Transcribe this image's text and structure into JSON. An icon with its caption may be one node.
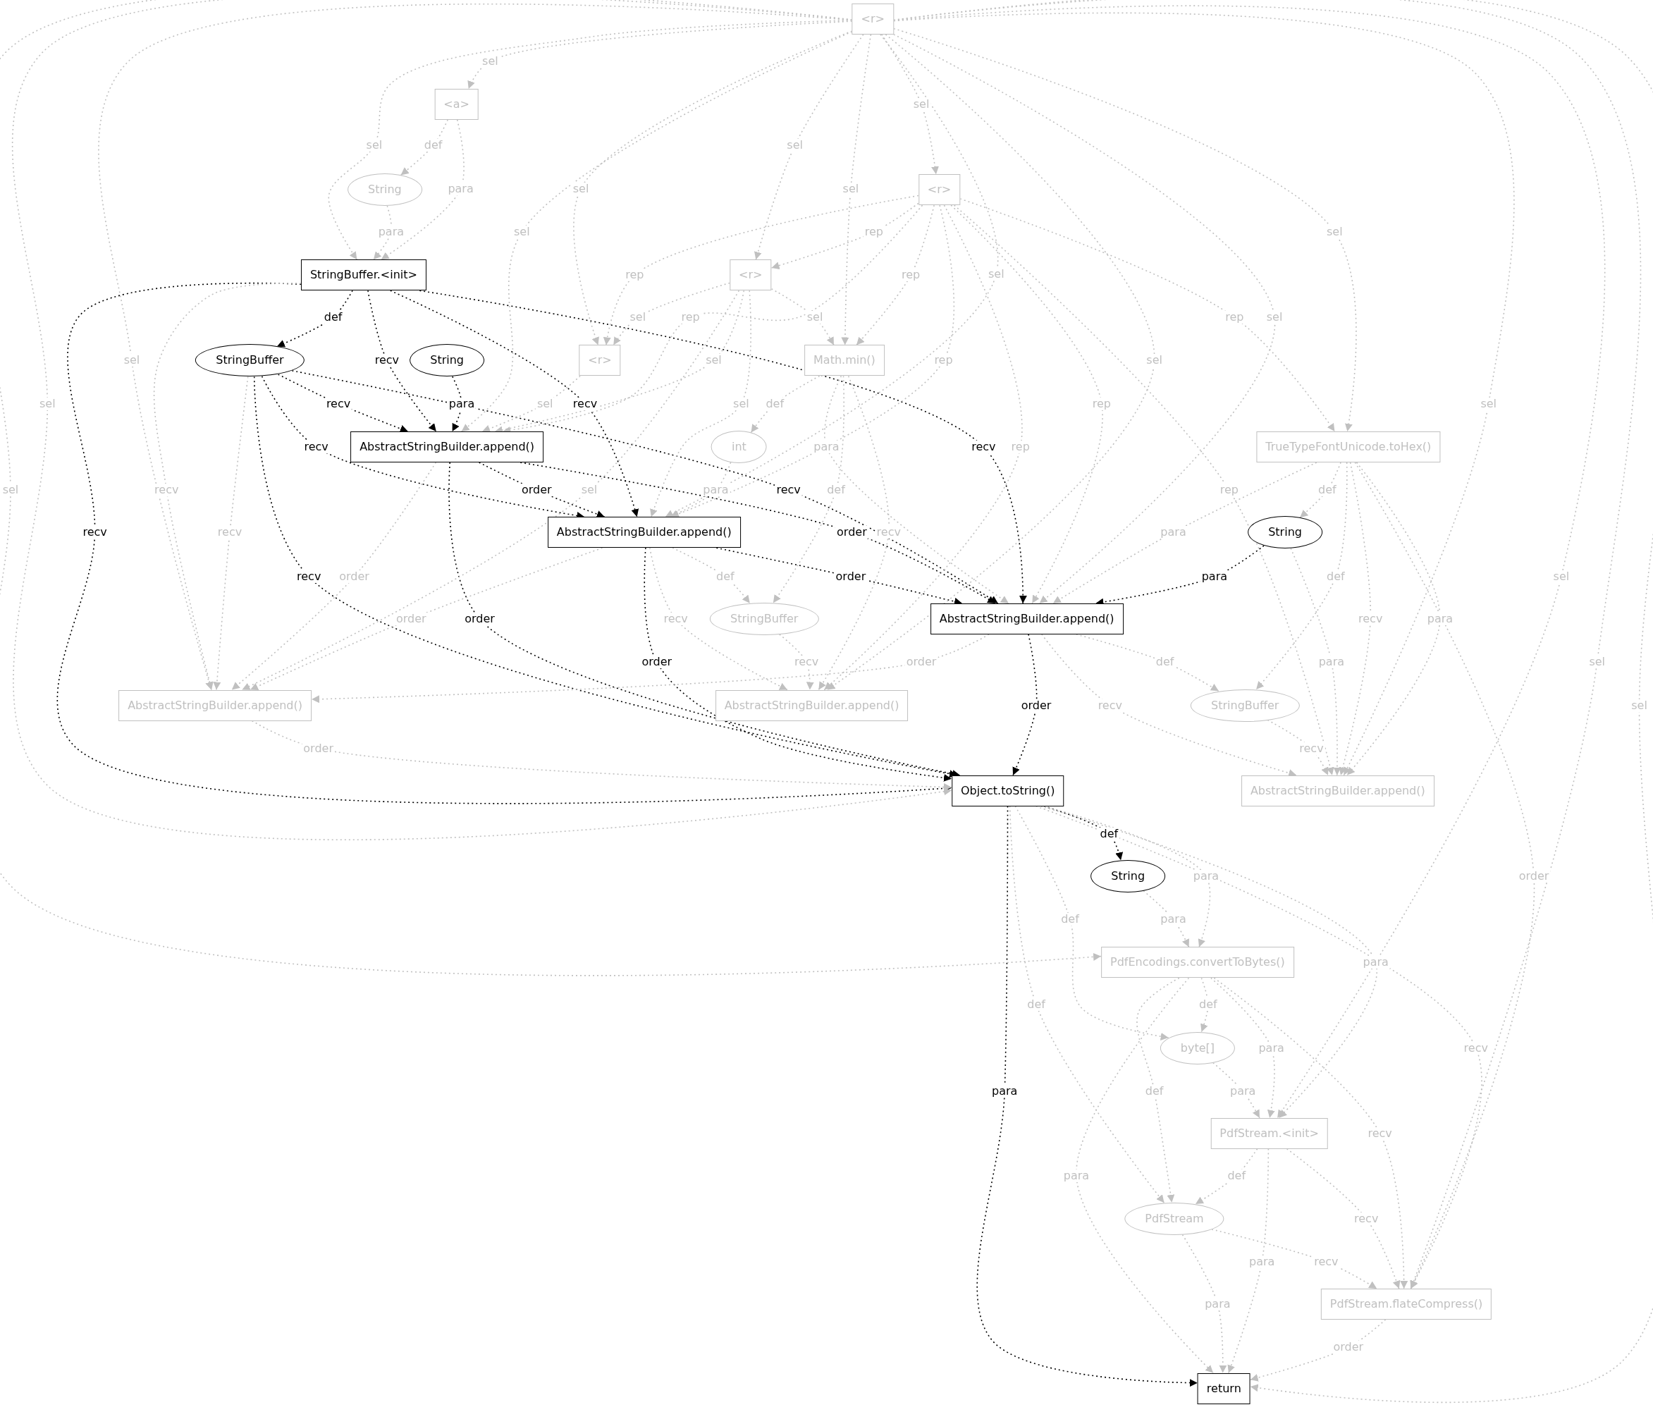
{
  "diagram": {
    "nodes": [
      {
        "text": [
          "<r>"
        ]
      },
      {
        "text": [
          "<a>"
        ]
      },
      {
        "text": [
          "<r>"
        ]
      },
      {
        "text": [
          "String"
        ]
      },
      {
        "text": [
          "StringBuffer.<init>"
        ]
      },
      {
        "text": [
          "<r>"
        ]
      },
      {
        "text": [
          "StringBuffer"
        ]
      },
      {
        "text": [
          "String"
        ]
      },
      {
        "text": [
          "<r>"
        ]
      },
      {
        "text": [
          "Math.min()"
        ]
      },
      {
        "text": [
          "AbstractStringBuilder.append()"
        ]
      },
      {
        "text": [
          "int"
        ]
      },
      {
        "text": [
          "TrueTypeFontUnicode.toHex()"
        ]
      },
      {
        "text": [
          "AbstractStringBuilder.append()"
        ]
      },
      {
        "text": [
          "String"
        ]
      },
      {
        "text": [
          "StringBuffer"
        ]
      },
      {
        "text": [
          "AbstractStringBuilder.append()"
        ]
      },
      {
        "text": [
          "AbstractStringBuilder.append()"
        ]
      },
      {
        "text": [
          "AbstractStringBuilder.append()"
        ]
      },
      {
        "text": [
          "StringBuffer"
        ]
      },
      {
        "text": [
          "Object.toString()"
        ]
      },
      {
        "text": [
          "AbstractStringBuilder.append()"
        ]
      },
      {
        "text": [
          "String"
        ]
      },
      {
        "text": [
          "PdfEncodings.convertToBytes()"
        ]
      },
      {
        "text": [
          "byte[]"
        ]
      },
      {
        "text": [
          "PdfStream.<init>"
        ]
      },
      {
        "text": [
          "PdfStream"
        ]
      },
      {
        "text": [
          "PdfStream.flateCompress()"
        ]
      },
      {
        "text": [
          "return"
        ]
      }
    ],
    "edges": [
      {
        "from": 4,
        "to": 6,
        "arrow": "to",
        "label": "def",
        "color": "#000000"
      },
      {
        "from": 4,
        "to": 10,
        "arrow": "to",
        "label": "recv",
        "color": "#000000"
      },
      {
        "from": 4,
        "to": 13,
        "arrow": "to",
        "label": "recv",
        "color": "#000000"
      },
      {
        "from": 4,
        "to": 16,
        "arrow": "to",
        "label": "recv",
        "color": "#000000"
      },
      {
        "from": 4,
        "to": 20,
        "arrow": "to",
        "label": "recv",
        "color": "#000000"
      },
      {
        "from": 6,
        "to": 10,
        "arrow": "to",
        "label": "recv",
        "color": "#000000"
      },
      {
        "from": 6,
        "to": 13,
        "arrow": "to",
        "label": "recv",
        "color": "#000000"
      },
      {
        "from": 6,
        "to": 16,
        "arrow": "to",
        "label": "recv",
        "color": "#000000"
      },
      {
        "from": 6,
        "to": 20,
        "arrow": "to",
        "label": "recv",
        "color": "#000000"
      },
      {
        "from": 7,
        "to": 10,
        "arrow": "to",
        "label": "para",
        "color": "#000000"
      },
      {
        "from": 10,
        "to": 13,
        "arrow": "to",
        "label": "order",
        "color": "#000000"
      },
      {
        "from": 10,
        "to": 16,
        "arrow": "to",
        "label": "order",
        "color": "#000000"
      },
      {
        "from": 10,
        "to": 20,
        "arrow": "to",
        "label": "order",
        "color": "#000000"
      },
      {
        "from": 13,
        "to": 16,
        "arrow": "to",
        "label": "order",
        "color": "#000000"
      },
      {
        "from": 13,
        "to": 20,
        "arrow": "to",
        "label": "order",
        "color": "#000000"
      },
      {
        "from": 14,
        "to": 16,
        "arrow": "to",
        "label": "para",
        "color": "#000000"
      },
      {
        "from": 16,
        "to": 20,
        "arrow": "to",
        "label": "order",
        "color": "#000000"
      },
      {
        "from": 20,
        "to": 22,
        "arrow": "to",
        "label": "def",
        "color": "#000000"
      },
      {
        "from": 20,
        "to": 28,
        "arrow": "to",
        "label": "para",
        "color": "#000000"
      },
      {
        "from": 0,
        "to": 1,
        "arrow": "to",
        "label": "sel"
      },
      {
        "from": 0,
        "to": 4,
        "arrow": "to",
        "label": "sel"
      },
      {
        "from": 0,
        "to": 5,
        "arrow": "to",
        "label": "sel"
      },
      {
        "from": 0,
        "to": 2,
        "arrow": "to",
        "label": "sel"
      },
      {
        "from": 0,
        "to": 9,
        "arrow": "to",
        "label": "sel"
      },
      {
        "from": 0,
        "to": 8,
        "arrow": "to",
        "label": "sel"
      },
      {
        "from": 0,
        "to": 10,
        "arrow": "to",
        "label": "sel"
      },
      {
        "from": 0,
        "to": 13,
        "arrow": "to",
        "label": "sel"
      },
      {
        "from": 0,
        "to": 16,
        "arrow": "to",
        "label": "sel"
      },
      {
        "from": 0,
        "to": 12,
        "arrow": "to",
        "label": "sel"
      },
      {
        "from": 0,
        "to": 17,
        "arrow": "to",
        "label": "sel"
      },
      {
        "from": 0,
        "to": 18,
        "arrow": "to",
        "label": "sel"
      },
      {
        "from": 0,
        "to": 21,
        "arrow": "to",
        "label": "sel"
      },
      {
        "from": 0,
        "to": 20,
        "arrow": "to",
        "label": "sel"
      },
      {
        "from": 0,
        "to": 23,
        "arrow": "to",
        "label": "sel"
      },
      {
        "from": 0,
        "to": 25,
        "arrow": "to",
        "label": "sel"
      },
      {
        "from": 0,
        "to": 27,
        "arrow": "to",
        "label": "sel"
      },
      {
        "from": 0,
        "to": 28,
        "arrow": "to",
        "label": "sel"
      },
      {
        "from": 1,
        "to": 3,
        "arrow": "to",
        "label": "def"
      },
      {
        "from": 1,
        "to": 4,
        "arrow": "to",
        "label": "para"
      },
      {
        "from": 3,
        "to": 4,
        "arrow": "to",
        "label": "para"
      },
      {
        "from": 2,
        "to": 5,
        "arrow": "to",
        "label": "rep"
      },
      {
        "from": 2,
        "to": 8,
        "arrow": "to",
        "label": "rep"
      },
      {
        "from": 2,
        "to": 9,
        "arrow": "to",
        "label": "rep"
      },
      {
        "from": 2,
        "to": 10,
        "arrow": "to",
        "label": "rep"
      },
      {
        "from": 2,
        "to": 13,
        "arrow": "to",
        "label": "rep"
      },
      {
        "from": 2,
        "to": 16,
        "arrow": "to",
        "label": "rep"
      },
      {
        "from": 2,
        "to": 12,
        "arrow": "to",
        "label": "rep"
      },
      {
        "from": 2,
        "to": 21,
        "arrow": "to",
        "label": "rep"
      },
      {
        "from": 2,
        "to": 18,
        "arrow": "to",
        "label": "rep"
      },
      {
        "from": 5,
        "to": 8,
        "arrow": "to",
        "label": "sel"
      },
      {
        "from": 5,
        "to": 9,
        "arrow": "to",
        "label": "sel"
      },
      {
        "from": 5,
        "to": 10,
        "arrow": "to",
        "label": "sel"
      },
      {
        "from": 5,
        "to": 13,
        "arrow": "to",
        "label": "sel"
      },
      {
        "from": 8,
        "to": 10,
        "arrow": "to",
        "label": "sel"
      },
      {
        "from": 5,
        "to": 17,
        "arrow": "to",
        "label": "sel"
      },
      {
        "from": 9,
        "to": 11,
        "arrow": "to",
        "label": "def"
      },
      {
        "from": 11,
        "to": 13,
        "arrow": "to",
        "label": "para"
      },
      {
        "from": 9,
        "to": 16,
        "arrow": "to",
        "label": "para"
      },
      {
        "from": 9,
        "to": 15,
        "arrow": "to",
        "label": "def"
      },
      {
        "from": 9,
        "to": 18,
        "arrow": "to",
        "label": "recv"
      },
      {
        "from": 12,
        "to": 14,
        "arrow": "to",
        "label": "def"
      },
      {
        "from": 12,
        "to": 16,
        "arrow": "to",
        "label": "para"
      },
      {
        "from": 12,
        "to": 19,
        "arrow": "to",
        "label": "def"
      },
      {
        "from": 12,
        "to": 21,
        "arrow": "to",
        "label": "recv"
      },
      {
        "from": 12,
        "to": 21,
        "arrow": "to",
        "label": "para"
      },
      {
        "from": 12,
        "to": 27,
        "arrow": "to",
        "label": "order"
      },
      {
        "from": 14,
        "to": 21,
        "arrow": "to",
        "label": "para"
      },
      {
        "from": 10,
        "to": 17,
        "arrow": "to",
        "label": "order"
      },
      {
        "from": 6,
        "to": 17,
        "arrow": "to",
        "label": "recv"
      },
      {
        "from": 4,
        "to": 17,
        "arrow": "to",
        "label": "recv"
      },
      {
        "from": 13,
        "to": 15,
        "arrow": "to",
        "label": "def"
      },
      {
        "from": 13,
        "to": 17,
        "arrow": "to",
        "label": "order"
      },
      {
        "from": 13,
        "to": 18,
        "arrow": "to",
        "label": "recv"
      },
      {
        "from": 15,
        "to": 18,
        "arrow": "to",
        "label": "recv"
      },
      {
        "from": 16,
        "to": 17,
        "arrow": "to",
        "label": "order"
      },
      {
        "from": 16,
        "to": 19,
        "arrow": "to",
        "label": "def"
      },
      {
        "from": 16,
        "to": 21,
        "arrow": "to",
        "label": "recv"
      },
      {
        "from": 19,
        "to": 21,
        "arrow": "to",
        "label": "recv"
      },
      {
        "from": 17,
        "to": 20,
        "arrow": "to",
        "label": "order"
      },
      {
        "from": 20,
        "to": 23,
        "arrow": "to",
        "label": "para"
      },
      {
        "from": 20,
        "to": 24,
        "arrow": "to",
        "label": "def"
      },
      {
        "from": 20,
        "to": 26,
        "arrow": "to",
        "label": "def"
      },
      {
        "from": 20,
        "to": 25,
        "arrow": "to",
        "label": "para"
      },
      {
        "from": 20,
        "to": 27,
        "arrow": "to",
        "label": "recv"
      },
      {
        "from": 22,
        "to": 23,
        "arrow": "to",
        "label": "para"
      },
      {
        "from": 23,
        "to": 24,
        "arrow": "to",
        "label": "def"
      },
      {
        "from": 23,
        "to": 25,
        "arrow": "to",
        "label": "para"
      },
      {
        "from": 23,
        "to": 26,
        "arrow": "to",
        "label": "def"
      },
      {
        "from": 23,
        "to": 28,
        "arrow": "to",
        "label": "para"
      },
      {
        "from": 23,
        "to": 27,
        "arrow": "to",
        "label": "recv"
      },
      {
        "from": 24,
        "to": 25,
        "arrow": "to",
        "label": "para"
      },
      {
        "from": 25,
        "to": 26,
        "arrow": "to",
        "label": "def"
      },
      {
        "from": 25,
        "to": 27,
        "arrow": "to",
        "label": "recv"
      },
      {
        "from": 25,
        "to": 28,
        "arrow": "to",
        "label": "para"
      },
      {
        "from": 26,
        "to": 27,
        "arrow": "to",
        "label": "recv"
      },
      {
        "from": 26,
        "to": 28,
        "arrow": "to",
        "label": "para"
      },
      {
        "from": 27,
        "to": 28,
        "arrow": "to",
        "label": "order"
      }
    ]
  }
}
